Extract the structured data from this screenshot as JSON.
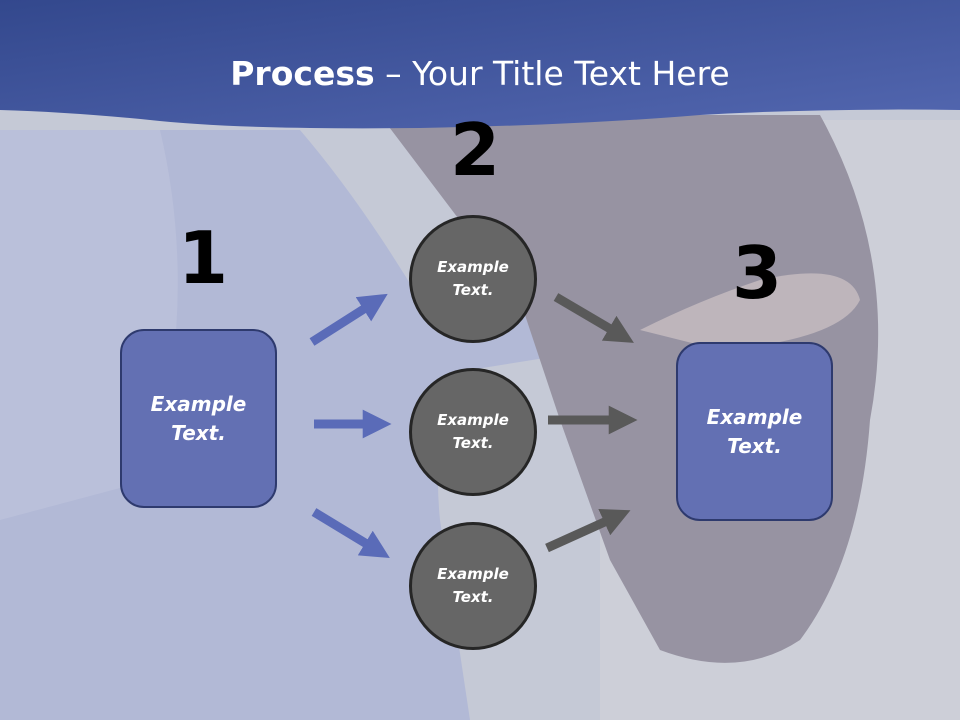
{
  "slide": {
    "title_bold": "Process",
    "title_rest": " – Your Title Text Here"
  },
  "steps": [
    {
      "number": "1"
    },
    {
      "number": "2"
    },
    {
      "number": "3"
    }
  ],
  "nodes": {
    "left_box": "Example Text.",
    "circle_top": "Example Text.",
    "circle_middle": "Example Text.",
    "circle_bottom": "Example Text.",
    "right_box": "Example Text."
  },
  "colors": {
    "header": "#3f56a0",
    "box_fill": "#6370b3",
    "circle_fill": "#666666",
    "arrow_blue": "#5a6bb8",
    "arrow_grey": "#595959"
  }
}
